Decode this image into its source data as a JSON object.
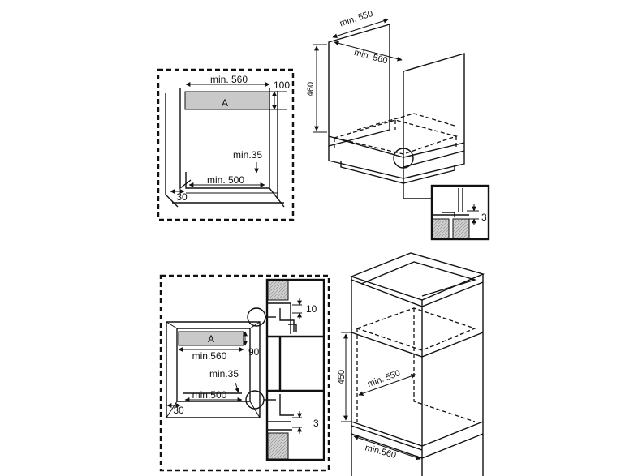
{
  "labels": {
    "cabinet_top_depth": "min. 550",
    "cabinet_top_width": "min. 560",
    "cabinet_top_height": "460",
    "detail_top_gap": "3",
    "undercounter_width": "min. 560",
    "undercounter_gap_top": "100",
    "undercounter_area": "A",
    "undercounter_min35": "min.35",
    "undercounter_min500": "min. 500",
    "undercounter_side": "30",
    "column_width": "min.560",
    "column_gap_top": "90",
    "column_area": "A",
    "column_min35": "min.35",
    "column_min500": "min.500",
    "column_side": "30",
    "detail_upper_gap": "10",
    "detail_lower_gap": "3",
    "column_height": "450",
    "column_depth": "min. 550",
    "column_bottom_width": "min.560"
  }
}
